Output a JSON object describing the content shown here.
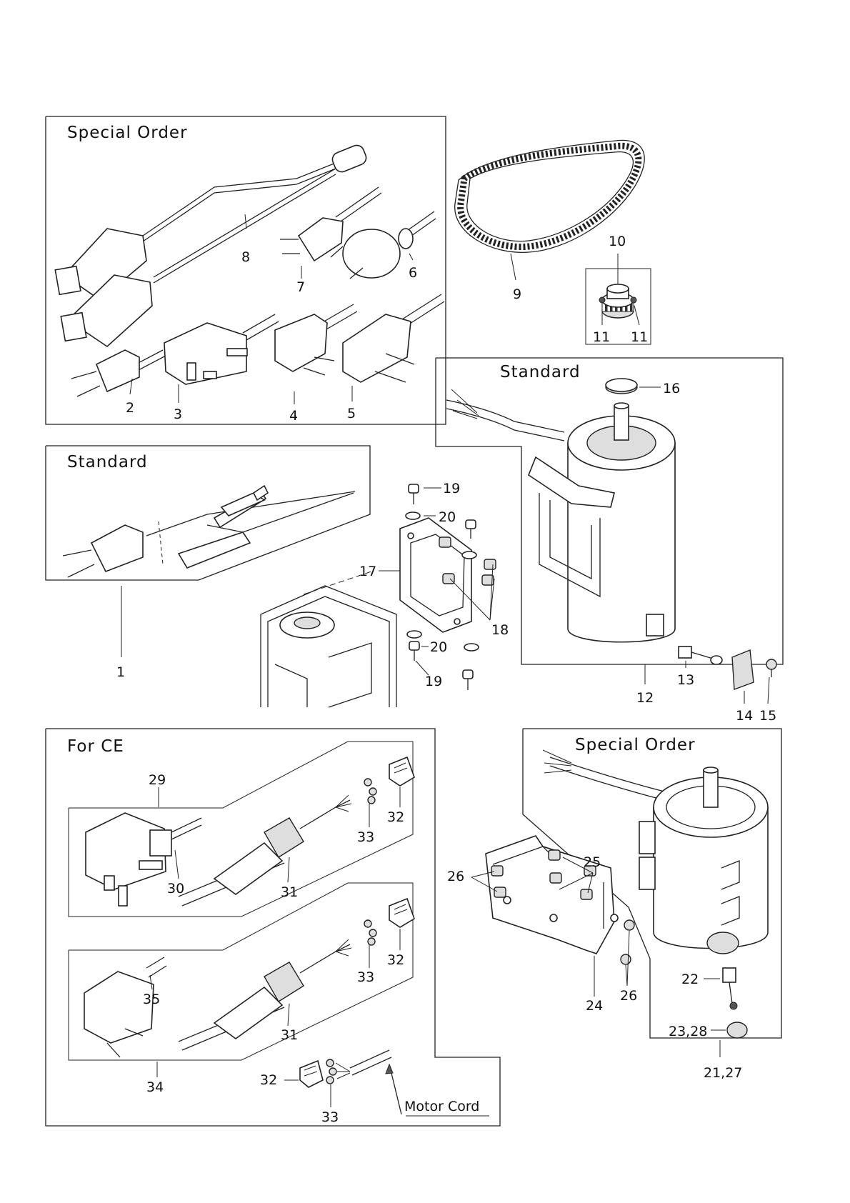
{
  "sections": {
    "special_order_top": "Special Order",
    "standard_cord": "Standard",
    "standard_motor": "Standard",
    "for_ce": "For CE",
    "special_order_motor": "Special Order"
  },
  "annotations": {
    "motor_cord": "Motor Cord"
  },
  "labels": {
    "p1": "1",
    "p2": "2",
    "p3": "3",
    "p4": "4",
    "p5": "5",
    "p6": "6",
    "p7": "7",
    "p8": "8",
    "p9": "9",
    "p10": "10",
    "p11a": "11",
    "p11b": "11",
    "p12": "12",
    "p13": "13",
    "p14": "14",
    "p15": "15",
    "p16": "16",
    "p17": "17",
    "p18": "18",
    "p19a": "19",
    "p19b": "19",
    "p20a": "20",
    "p20b": "20",
    "p21_27": "21,27",
    "p22": "22",
    "p23_28": "23,28",
    "p24": "24",
    "p25": "25",
    "p26a": "26",
    "p26b": "26",
    "p29": "29",
    "p30": "30",
    "p31a": "31",
    "p31b": "31",
    "p32a": "32",
    "p32b": "32",
    "p32c": "32",
    "p33a": "33",
    "p33b": "33",
    "p33c": "33",
    "p34": "34",
    "p35": "35"
  }
}
